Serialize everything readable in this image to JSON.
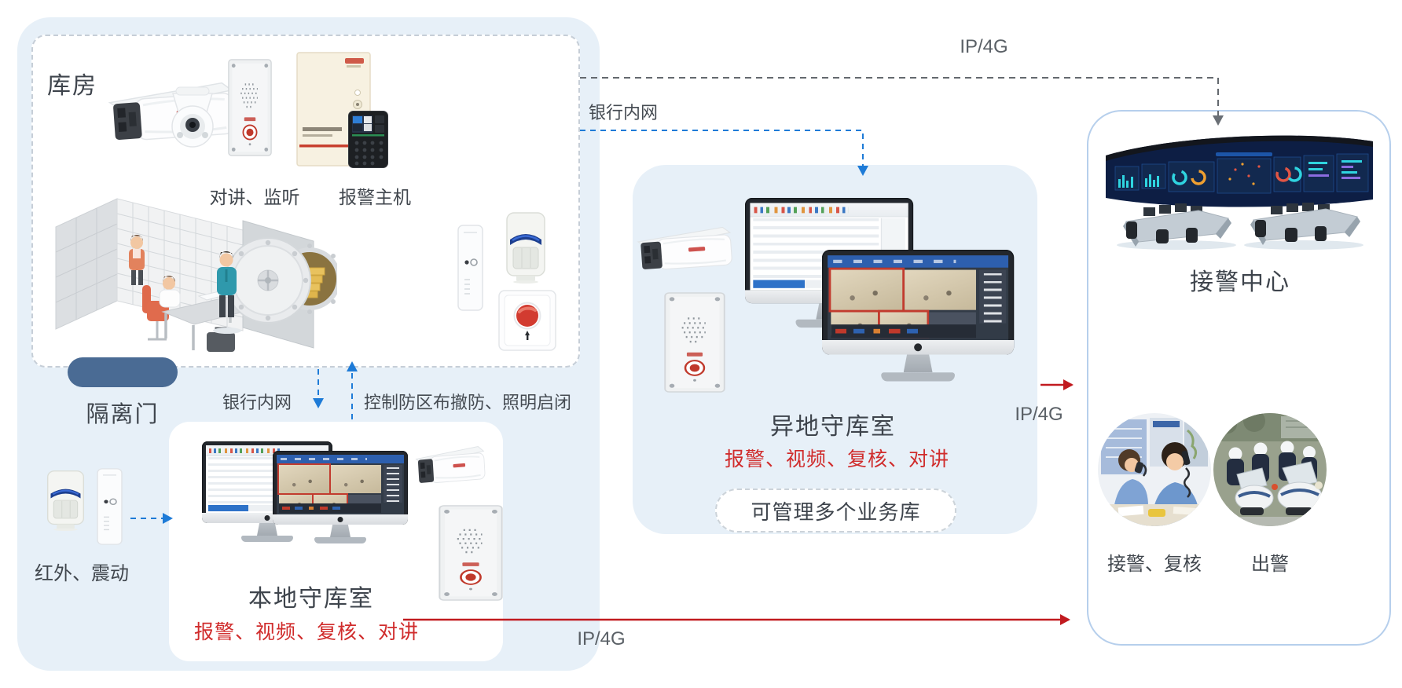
{
  "warehouse": {
    "title": "库房",
    "intercom_label": "对讲、监听",
    "alarm_host_label": "报警主机"
  },
  "isolation_door": {
    "label": "隔离门"
  },
  "front_sensors": {
    "label": "红外、震动"
  },
  "local_room": {
    "title": "本地守库室",
    "features": "报警、视频、复核、对讲"
  },
  "remote_room": {
    "title": "异地守库室",
    "features": "报警、视频、复核、对讲",
    "badge": "可管理多个业务库"
  },
  "alarm_center": {
    "title": "接警中心",
    "receive_label": "接警、复核",
    "dispatch_label": "出警"
  },
  "connections": {
    "ip4g_top": "IP/4G",
    "ip4g_mid": "IP/4G",
    "ip4g_bottom": "IP/4G",
    "bank_intranet_top": "银行内网",
    "bank_intranet_local": "银行内网",
    "control_zone": "控制防区布撤防、照明启闭"
  },
  "colors": {
    "panel_blue": "#e7f0f8",
    "arrow_blue": "#1e7bd7",
    "line_red": "#c11a1f",
    "feature_red": "#d02c2c",
    "door_pill": "#4a6b94",
    "line_gray": "#64696f"
  }
}
